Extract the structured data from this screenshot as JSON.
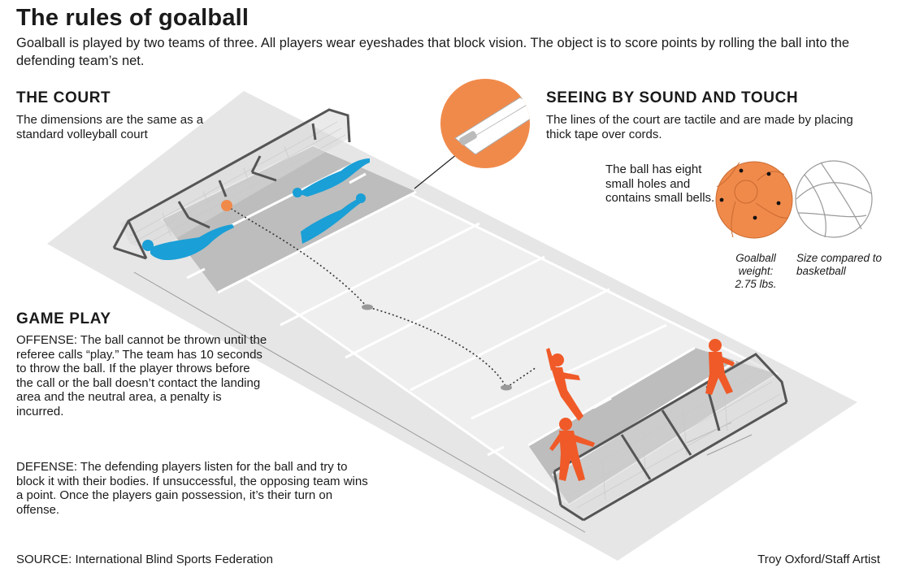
{
  "header": {
    "title": "The rules of goalball",
    "intro": "Goalball is played by two teams of three. All players wear eyeshades that block vision. The object is to score points by rolling the ball into the defending team’s net."
  },
  "court": {
    "heading": "THE COURT",
    "text": "The dimensions are the same as a standard volleyball court"
  },
  "seeing": {
    "heading": "SEEING BY SOUND AND TOUCH",
    "text": "The lines of the court are tactile and are made by placing thick tape over cords.",
    "ball_text": "The ball has eight small holes and contains small bells.",
    "goalball_caption": "Goalball weight: 2.75 lbs.",
    "basketball_caption": "Size compared to basketball"
  },
  "game_play": {
    "heading": "GAME PLAY",
    "offense": "OFFENSE: The ball cannot be thrown until the referee calls “play.” The team has 10 seconds to throw the ball. If the player throws before the call or the ball doesn’t contact the landing area and the neutral area, a penalty is incurred.",
    "defense": "DEFENSE: The defending players listen for the ball and try to block it with their bodies. If unsuccessful, the opposing team wins a point. Once the players gain possession, it’s their turn on offense."
  },
  "footer": {
    "source": "SOURCE: International Blind Sports Federation",
    "credit": "Troy Oxford/Staff Artist"
  },
  "colors": {
    "defense_team": "#1a9fd6",
    "offense_team": "#f05a28",
    "ball": "#f08a4b",
    "court_light": "#ececec",
    "court_shade": "#b9b9b9",
    "outer_floor": "#e4e4e4"
  },
  "icons": [
    "goal-net-icon",
    "defender-figure-icon",
    "thrower-figure-icon",
    "tactile-tape-icon",
    "goalball-icon",
    "basketball-icon"
  ]
}
